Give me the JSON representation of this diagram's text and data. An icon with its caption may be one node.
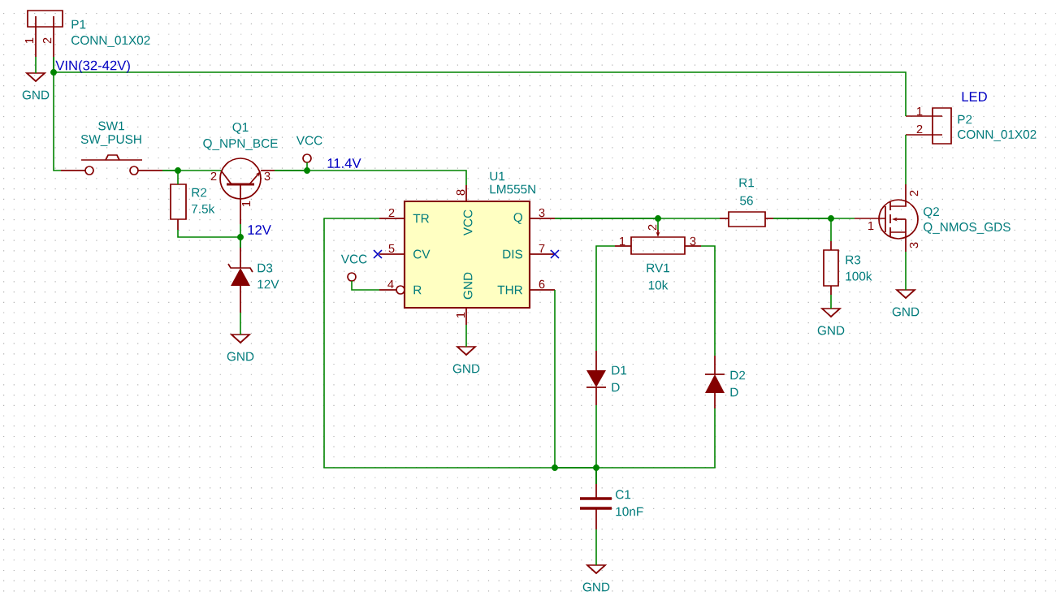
{
  "diagram": {
    "nodes": [
      {
        "text": [
          "P1",
          "CONN_01X02"
        ]
      },
      {
        "text": [
          "GND"
        ]
      },
      {
        "text": [
          "SW1",
          "SW_PUSH"
        ]
      },
      {
        "text": [
          "Q1",
          "Q_NPN_BCE"
        ]
      },
      {
        "text": [
          "VCC"
        ]
      },
      {
        "text": [
          "R2",
          "7.5k"
        ]
      },
      {
        "text": [
          "D3",
          "12V"
        ]
      },
      {
        "text": [
          "GND"
        ]
      },
      {
        "text": [
          "U1",
          "LM555N",
          "TR",
          "CV",
          "R",
          "VCC",
          "GND",
          "Q",
          "DIS",
          "THR"
        ]
      },
      {
        "text": [
          "VCC"
        ]
      },
      {
        "text": [
          "GND"
        ]
      },
      {
        "text": [
          "R1",
          "56"
        ]
      },
      {
        "text": [
          "RV1",
          "10k"
        ]
      },
      {
        "text": [
          "D1",
          "D"
        ]
      },
      {
        "text": [
          "D2",
          "D"
        ]
      },
      {
        "text": [
          "C1",
          "10nF"
        ]
      },
      {
        "text": [
          "GND"
        ]
      },
      {
        "text": [
          "R3",
          "100k"
        ]
      },
      {
        "text": [
          "GND"
        ]
      },
      {
        "text": [
          "P2",
          "CONN_01X02"
        ]
      },
      {
        "text": [
          "Q2",
          "Q_NMOS_GDS"
        ]
      },
      {
        "text": [
          "GND"
        ]
      }
    ],
    "edges": [
      {
        "from": 0,
        "to": 1,
        "arrow": "none"
      },
      {
        "from": 0,
        "to": 2,
        "arrow": "none"
      },
      {
        "from": 0,
        "to": 19,
        "arrow": "none"
      },
      {
        "from": 2,
        "to": 3,
        "arrow": "none"
      },
      {
        "from": 2,
        "to": 5,
        "arrow": "none"
      },
      {
        "from": 3,
        "to": 4,
        "arrow": "none"
      },
      {
        "from": 3,
        "to": 8,
        "arrow": "none"
      },
      {
        "from": 3,
        "to": 6,
        "arrow": "none"
      },
      {
        "from": 5,
        "to": 6,
        "arrow": "none"
      },
      {
        "from": 6,
        "to": 7,
        "arrow": "none"
      },
      {
        "from": 8,
        "to": 9,
        "arrow": "none"
      },
      {
        "from": 8,
        "to": 10,
        "arrow": "none"
      },
      {
        "from": 8,
        "to": 12,
        "arrow": "none"
      },
      {
        "from": 8,
        "to": 11,
        "arrow": "none"
      },
      {
        "from": 11,
        "to": 17,
        "arrow": "none"
      },
      {
        "from": 11,
        "to": 20,
        "arrow": "none"
      },
      {
        "from": 17,
        "to": 18,
        "arrow": "none"
      },
      {
        "from": 20,
        "to": 19,
        "arrow": "none"
      },
      {
        "from": 20,
        "to": 21,
        "arrow": "none"
      },
      {
        "from": 12,
        "to": 13,
        "arrow": "none"
      },
      {
        "from": 12,
        "to": 14,
        "arrow": "none"
      },
      {
        "from": 8,
        "to": 15,
        "arrow": "none"
      },
      {
        "from": 8,
        "to": 15,
        "arrow": "none"
      },
      {
        "from": 13,
        "to": 15,
        "arrow": "none"
      },
      {
        "from": 14,
        "to": 15,
        "arrow": "none"
      },
      {
        "from": 15,
        "to": 16,
        "arrow": "none"
      }
    ],
    "labels": [
      "1",
      "2",
      "VIN(32-42V)",
      "LED",
      "1",
      "2",
      "11.4V",
      "2",
      "3",
      "8",
      "2",
      "1",
      "2",
      "3",
      "12V",
      "2",
      "1",
      "5",
      "7",
      "1",
      "3",
      "3",
      "4",
      "6",
      "1"
    ]
  }
}
